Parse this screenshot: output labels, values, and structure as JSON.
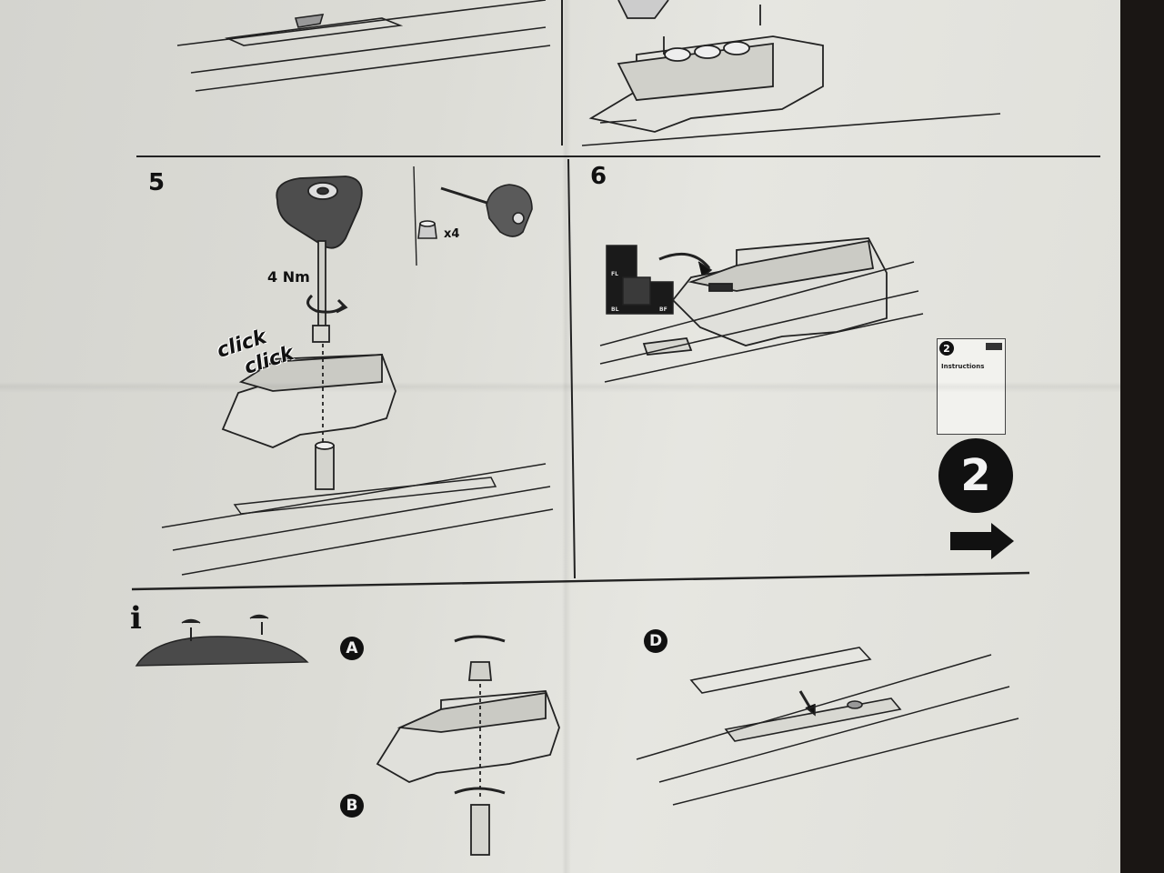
{
  "steps": {
    "step5": {
      "number": "5",
      "torque": "4 Nm",
      "click1": "click",
      "click2": "click",
      "parts_count": "x4"
    },
    "step6": {
      "number": "6",
      "insert_labels": [
        "FL",
        "BL",
        "BF"
      ]
    }
  },
  "next": {
    "booklet_number": "2",
    "booklet_title": "Instructions",
    "next_number": "2",
    "arrow_icon": "arrow-right-icon"
  },
  "info": {
    "symbol": "i",
    "letters": {
      "a": "A",
      "b": "B",
      "d": "D"
    }
  },
  "colors": {
    "ink": "#111111",
    "paper": "#dcdcd6",
    "background": "#1a1614"
  }
}
